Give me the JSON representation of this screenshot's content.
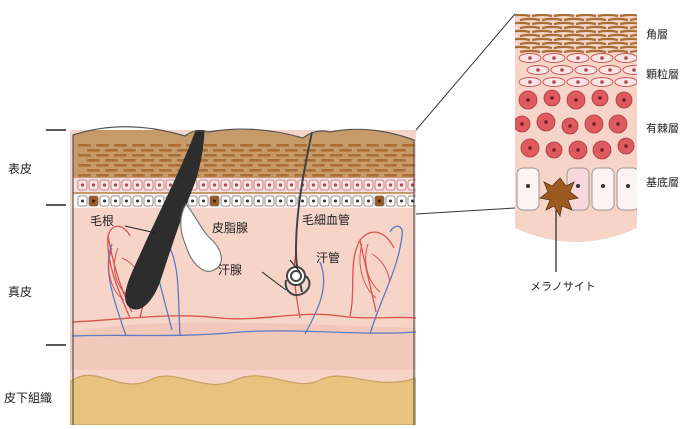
{
  "left_labels": {
    "epidermis": "表皮",
    "dermis": "真皮",
    "subcutaneous": "皮下組織"
  },
  "inner_labels": {
    "hair_root": "毛根",
    "sebaceous_gland": "皮脂腺",
    "capillary": "毛細血管",
    "sweat_duct": "汗管",
    "sweat_gland": "汗腺"
  },
  "layer_labels": {
    "stratum_corneum": "角層",
    "stratum_granulosum": "顆粒層",
    "stratum_spinosum": "有棘層",
    "stratum_basale": "基底層"
  },
  "cell_label": "メラノサイト",
  "colors": {
    "skin": "#f6d5c8",
    "corneum": "#a96f34",
    "fat": "#e8c37f",
    "spinous_cell": "#de5a5f",
    "melanocyte": "#9b5a22",
    "vessel_red": "#d9534f",
    "vessel_blue": "#5b7cc4"
  }
}
